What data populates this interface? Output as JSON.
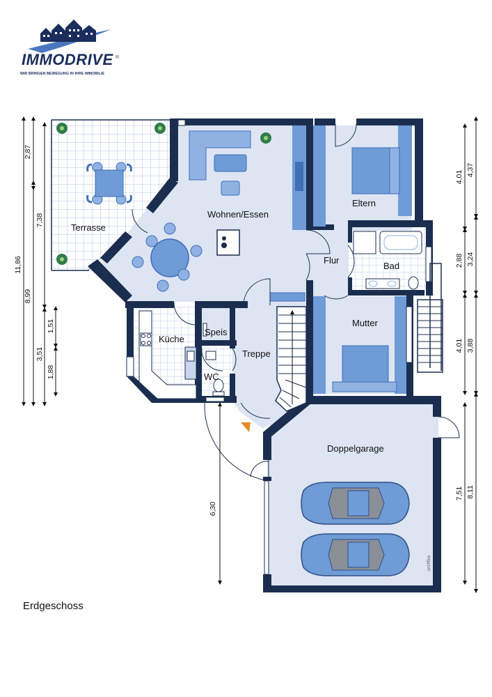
{
  "logo": {
    "name": "IMMODRIVE",
    "registered": "®",
    "tagline": "WIR BRINGEN BEWEGUNG IN IHRE IMMOBILIE"
  },
  "caption": "Erdgeschoss",
  "rooms": {
    "terrasse": "Terrasse",
    "wohnen": "Wohnen/Essen",
    "eltern": "Eltern",
    "flur": "Flur",
    "bad": "Bad",
    "kueche": "Küche",
    "speis": "Speis",
    "treppe": "Treppe",
    "wc": "WC",
    "mutter": "Mutter",
    "garage": "Doppelgarage"
  },
  "dimensions": {
    "left_total": "11,86",
    "left_inner": "8,99",
    "left_upper": "2,87",
    "left_terrace": "7,38",
    "left_kitchen": "3,51",
    "left_small_a": "1,51",
    "left_small_b": "1,88",
    "right_eltern_inner": "4,01",
    "right_eltern_outer": "4,37",
    "right_bad_inner": "2,88",
    "right_bad_outer": "3,24",
    "right_mutter_inner": "4,01",
    "right_mutter_outer": "3,88",
    "right_garage_inner": "7,51",
    "right_garage_outer": "8,11",
    "entrance": "6,30"
  },
  "brand_stamp": "onOffice",
  "colors": {
    "wall": "#1b2e4f",
    "floor": "#dde4f2",
    "floor_alt": "#d2dcee",
    "tile": "#ffffff",
    "tile_grid": "#9fb4d8",
    "furniture": "#6f9bd6",
    "furniture_dark": "#3f6fb8",
    "sofa": "#8fb2e3",
    "logo_blue": "#1a2d5c"
  }
}
